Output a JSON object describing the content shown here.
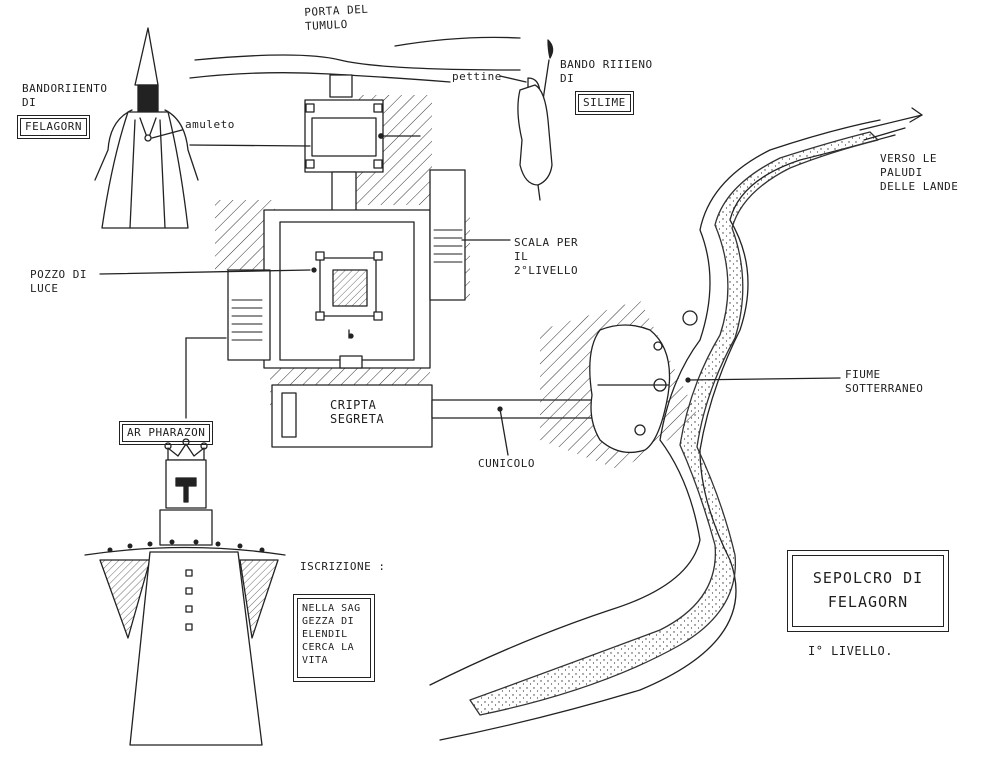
{
  "labels": {
    "porta_tumulo": "PORTA DEL\nTUMULO",
    "stendardo_felagorn": "BANDORIIENTO\nDI",
    "felagorn_box": "FELAGORN",
    "amuleto": "amuleto",
    "pettine": "pettine",
    "stendardo_silme": "BANDO RIIIENO\nDI",
    "silme_box": "SILIME",
    "verso_paludi": "VERSO LE\nPALUDI\nDELLE LANDE",
    "scala": "SCALA PER\nIL\n2°LIVELLO",
    "pozzo_luce": "POZZO DI\nLUCE",
    "fiume": "FIUME\nSOTTERRANEO",
    "cripta": "CRIPTA\nSEGRETA",
    "cunicolo": "CUNICOLO",
    "ar_pharazon": "AR PHARAZON",
    "iscrizione": "ISCRIZIONE :",
    "inscription_text": "NELLA SAG\nGEZZA DI\nELENDIL\nCERCA LA\nVITA",
    "title": "SEPOLCRO DI\nFELAGORN",
    "level": "I° LIVELLO."
  },
  "colors": {
    "ink": "#1f1f1f",
    "paper": "#ffffff"
  }
}
